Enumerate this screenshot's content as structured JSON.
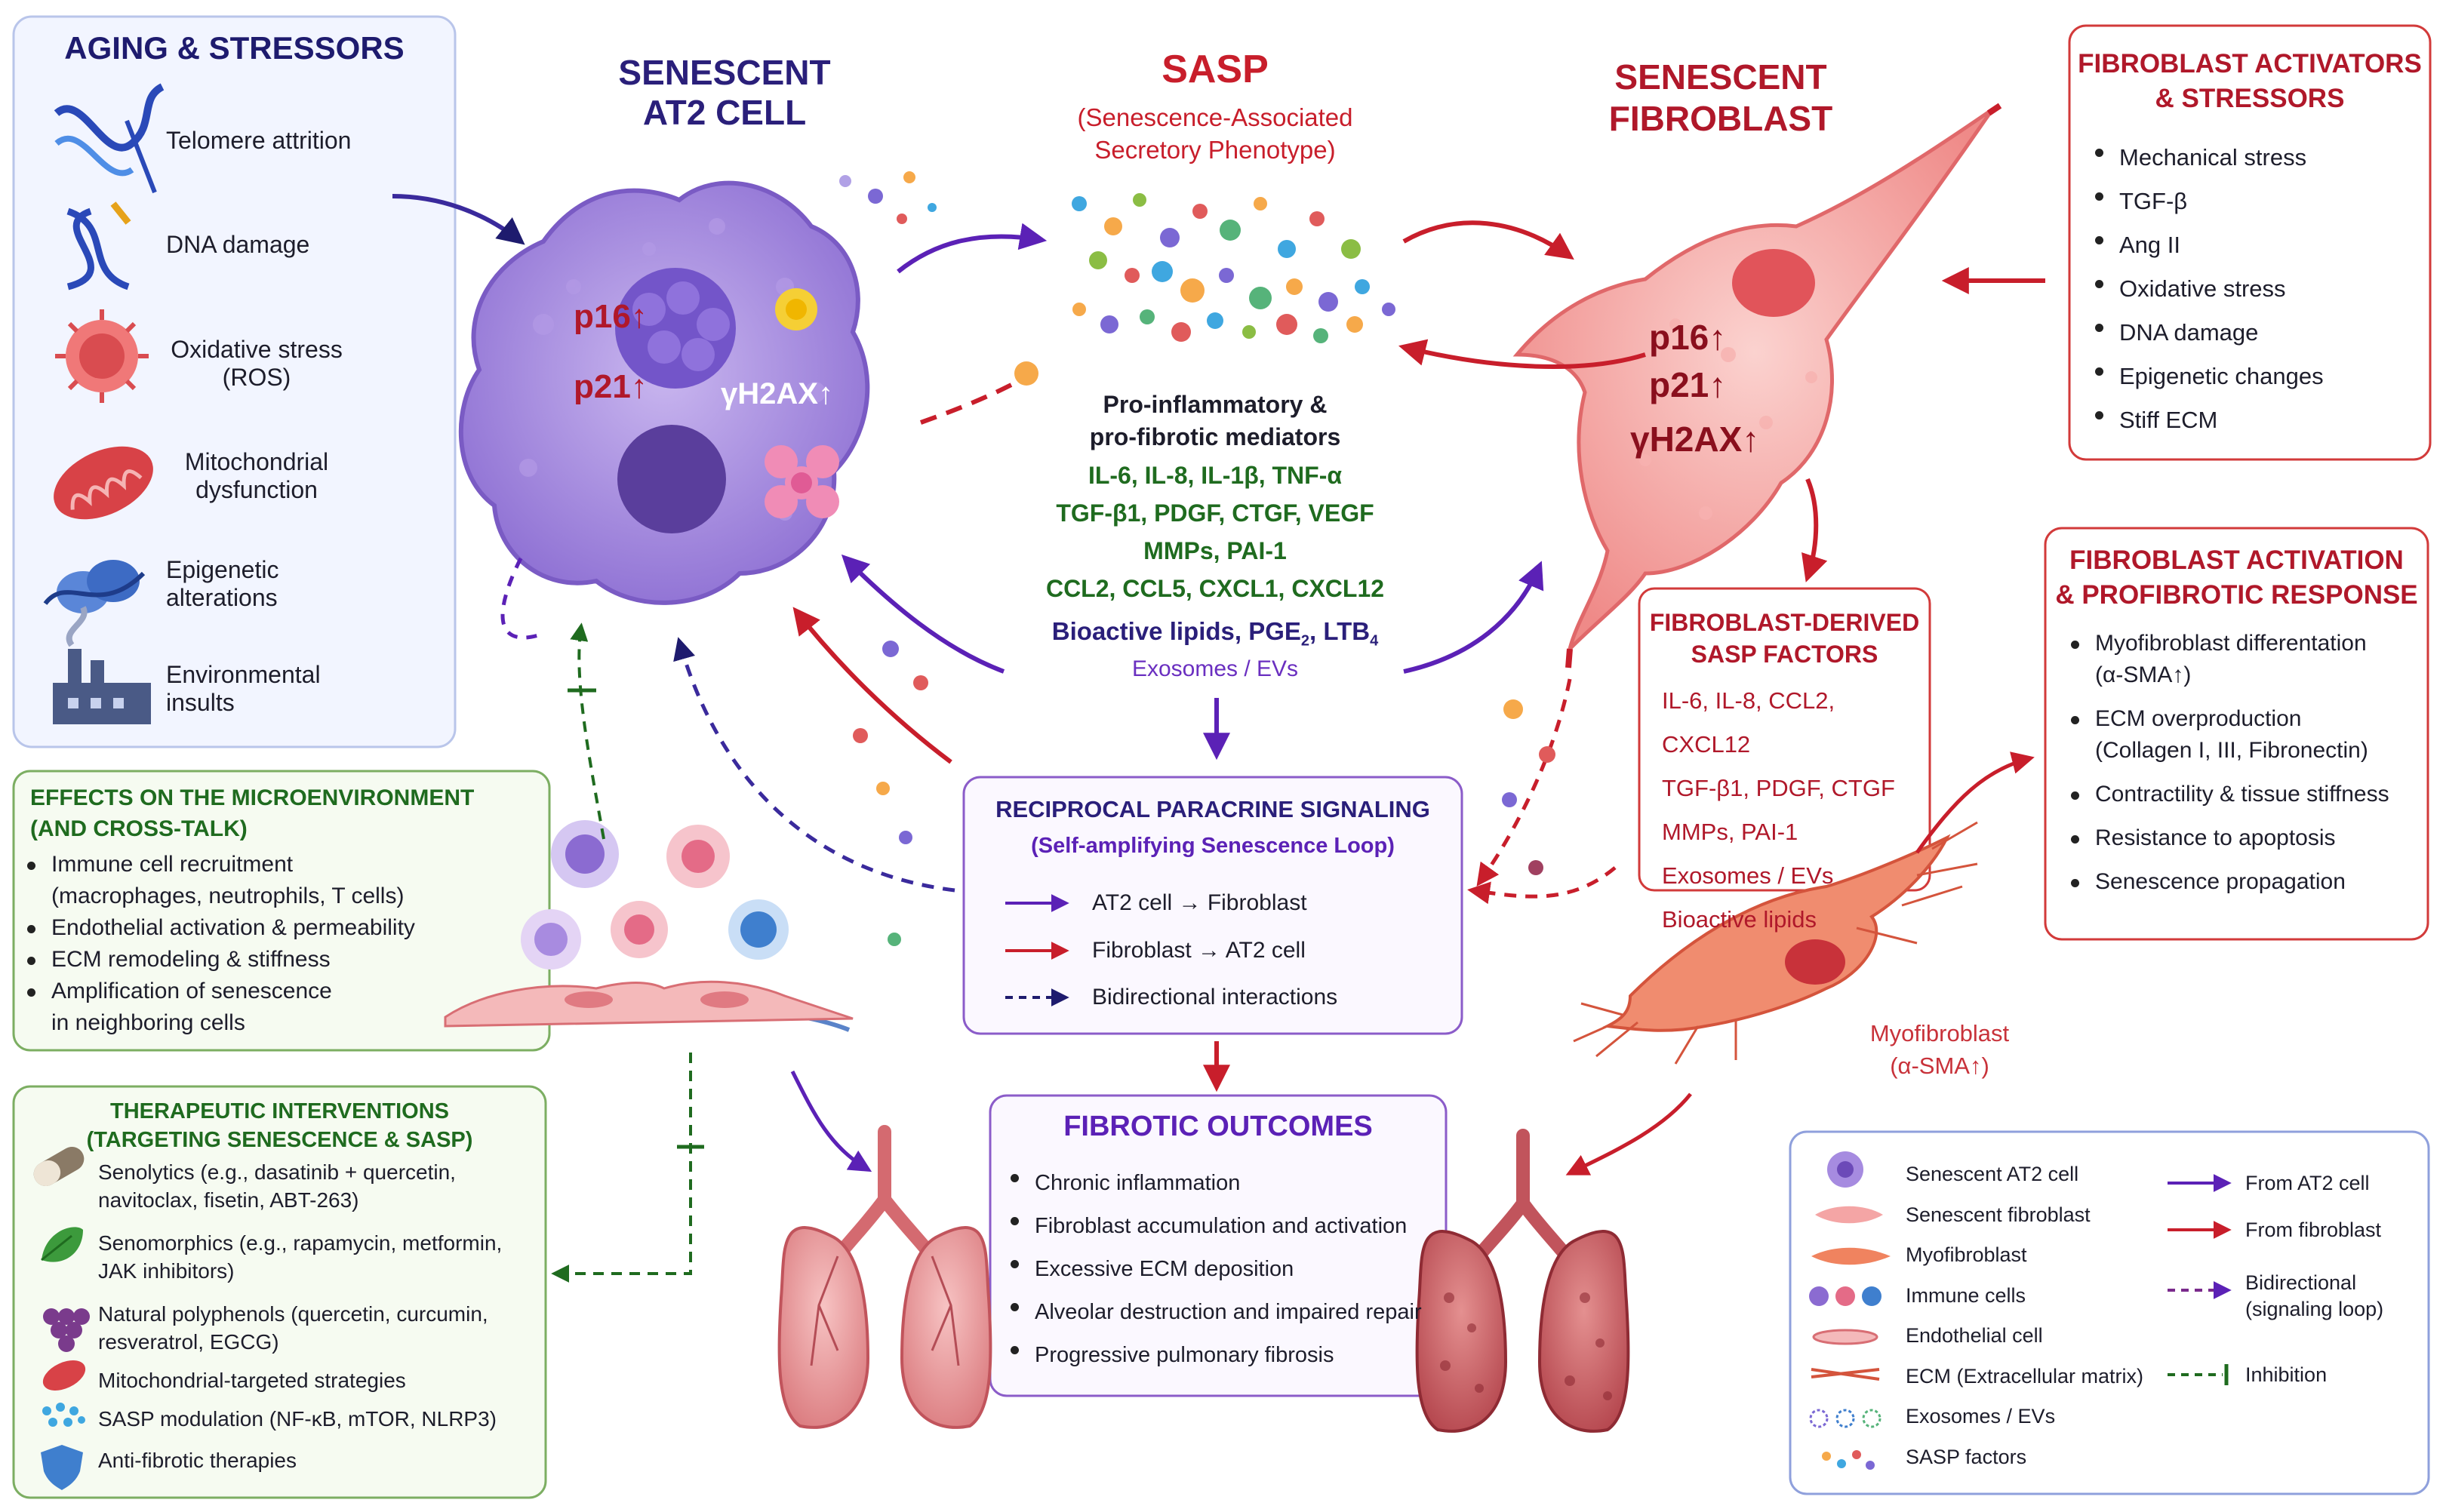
{
  "aging": {
    "title": "AGING & STRESSORS",
    "items": [
      {
        "label": "Telomere attrition",
        "icon": "telomere-icon"
      },
      {
        "label": "DNA damage",
        "icon": "dna-icon"
      },
      {
        "label": "Oxidative stress\n(ROS)",
        "icon": "ros-icon"
      },
      {
        "label": "Mitochondrial\ndysfunction",
        "icon": "mitochondria-icon"
      },
      {
        "label": "Epigenetic\nalterations",
        "icon": "chromatin-icon"
      },
      {
        "label": "Environmental\ninsults",
        "icon": "factory-icon"
      }
    ]
  },
  "at2": {
    "title": "SENESCENT\nAT2 CELL",
    "p16": "p16↑",
    "p21": "p21↑",
    "h2ax": "γH2AX↑"
  },
  "sasp": {
    "title": "SASP",
    "subtitle": "(Senescence-Associated\nSecretory Phenotype)",
    "mediators_heading": "Pro-inflammatory &\npro-fibrotic mediators",
    "line1": "IL-6, IL-8, IL-1β, TNF-α",
    "line2": "TGF-β1, PDGF, CTGF, VEGF",
    "line3": "MMPs, PAI-1",
    "line4": "CCL2, CCL5, CXCL1, CXCL12",
    "lipids": "Bioactive lipids, PGE",
    "lipids_sub": "2",
    "lipids_tail": ", LTB",
    "lipids_sub2": "4",
    "exosomes": "Exosomes / EVs"
  },
  "sen_fibro": {
    "title": "SENESCENT\nFIBROBLAST",
    "p16": "p16↑",
    "p21": "p21↑",
    "h2ax": "γH2AX↑"
  },
  "activators": {
    "title": "FIBROBLAST ACTIVATORS\n& STRESSORS",
    "items": [
      "Mechanical stress",
      "TGF-β",
      "Ang II",
      "Oxidative stress",
      "DNA damage",
      "Epigenetic changes",
      "Stiff ECM"
    ]
  },
  "fibro_sasp": {
    "title": "FIBROBLAST-DERIVED\nSASP FACTORS",
    "items": [
      "IL-6, IL-8, CCL2, CXCL12",
      "TGF-β1, PDGF, CTGF",
      "MMPs, PAI-1",
      "Exosomes / EVs",
      "Bioactive lipids"
    ]
  },
  "activation": {
    "title": "FIBROBLAST ACTIVATION\n& PROFIBROTIC RESPONSE",
    "items": [
      "Myofibroblast differentation\n(α-SMA↑)",
      "ECM overproduction\n(Collagen I, III, Fibronectin)",
      "Contractility & tissue stiffness",
      "Resistance to apoptosis",
      "Senescence propagation"
    ]
  },
  "micro": {
    "title": "EFFECTS ON THE MICROENVIRONMENT\n(AND CROSS-TALK)",
    "items": [
      "Immune cell recruitment\n(macrophages, neutrophils, T cells)",
      "Endothelial activation & permeability",
      "ECM remodeling & stiffness",
      "Amplification of senescence\nin neighboring cells"
    ]
  },
  "paracrine": {
    "title": "RECIPROCAL PARACRINE SIGNALING",
    "subtitle": "(Self-amplifying Senescence Loop)",
    "at2_to_fibro": "AT2 cell → Fibroblast",
    "fibro_to_at2": "Fibroblast → AT2 cell",
    "bidirectional": "Bidirectional interactions"
  },
  "myofibroblast": {
    "label": "Myofibroblast\n(α-SMA↑)"
  },
  "therapy": {
    "title": "THERAPEUTIC INTERVENTIONS\n(TARGETING SENESCENCE & SASP)",
    "items": [
      {
        "label": "Senolytics (e.g., dasatinib + quercetin,\nnavitoclax, fisetin, ABT-263)",
        "icon": "pill-icon"
      },
      {
        "label": "Senomorphics (e.g., rapamycin, metformin,\nJAK inhibitors)",
        "icon": "leaf-icon"
      },
      {
        "label": "Natural polyphenols (quercetin, curcumin,\nresveratrol, EGCG)",
        "icon": "grapes-icon"
      },
      {
        "label": "Mitochondrial-targeted strategies",
        "icon": "mitochondria-icon"
      },
      {
        "label": "SASP modulation (NF-κB, mTOR, NLRP3)",
        "icon": "dots-icon"
      },
      {
        "label": "Anti-fibrotic therapies",
        "icon": "shield-icon"
      }
    ]
  },
  "outcomes": {
    "title": "FIBROTIC OUTCOMES",
    "items": [
      "Chronic inflammation",
      "Fibroblast accumulation and activation",
      "Excessive ECM deposition",
      "Alveolar destruction and impaired repair",
      "Progressive pulmonary fibrosis"
    ]
  },
  "legend": {
    "items_left": [
      "Senescent AT2 cell",
      "Senescent fibroblast",
      "Myofibroblast",
      "Immune cells",
      "Endothelial cell",
      "ECM (Extracellular matrix)",
      "Exosomes / EVs",
      "SASP factors"
    ],
    "items_right": [
      "From AT2 cell",
      "From fibroblast",
      "Bidirectional\n(signaling loop)",
      "Inhibition"
    ]
  },
  "colors": {
    "purple": "#5b21b6",
    "red": "#c81e2b",
    "green": "#1f6b1f",
    "navy": "#1e1b6e"
  }
}
